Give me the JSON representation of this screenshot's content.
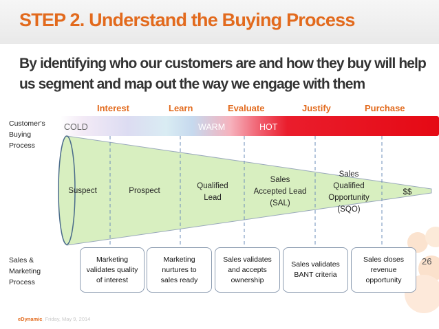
{
  "title": "STEP 2. Understand the Buying Process",
  "subtitle": "By identifying who our customers are and how they buy will help us segment and map out the way we engage with them",
  "row_labels": {
    "buying": [
      "Customer's",
      "Buying",
      "Process"
    ],
    "sales": [
      "Sales &",
      "Marketing",
      "Process"
    ]
  },
  "stages": [
    "Interest",
    "Learn",
    "Evaluate",
    "Justify",
    "Purchase"
  ],
  "temperature": [
    "COLD",
    "WARM",
    "HOT"
  ],
  "funnel_stages": [
    [
      "Suspect"
    ],
    [
      "Prospect"
    ],
    [
      "Qualified",
      "Lead"
    ],
    [
      "Sales",
      "Accepted Lead",
      "(SAL)"
    ],
    [
      "Sales",
      "Qualified",
      "Opportunity",
      "(SQO)"
    ],
    [
      "$$"
    ]
  ],
  "process_boxes": [
    [
      "Marketing",
      "validates quality",
      "of interest"
    ],
    [
      "Marketing",
      "nurtures to",
      "sales ready"
    ],
    [
      "Sales validates",
      "and accepts",
      "ownership"
    ],
    [
      "Sales validates",
      "BANT criteria"
    ],
    [
      "Sales closes",
      "revenue",
      "opportunity"
    ]
  ],
  "page_number": "26",
  "footer": {
    "brand": "eDynamic",
    "date": ", Friday, May 9, 2014"
  },
  "colors": {
    "accent": "#e26a1d",
    "funnel_fill": "#d8efc0",
    "hot": "#e50914",
    "box_border": "#8b9bb0"
  }
}
